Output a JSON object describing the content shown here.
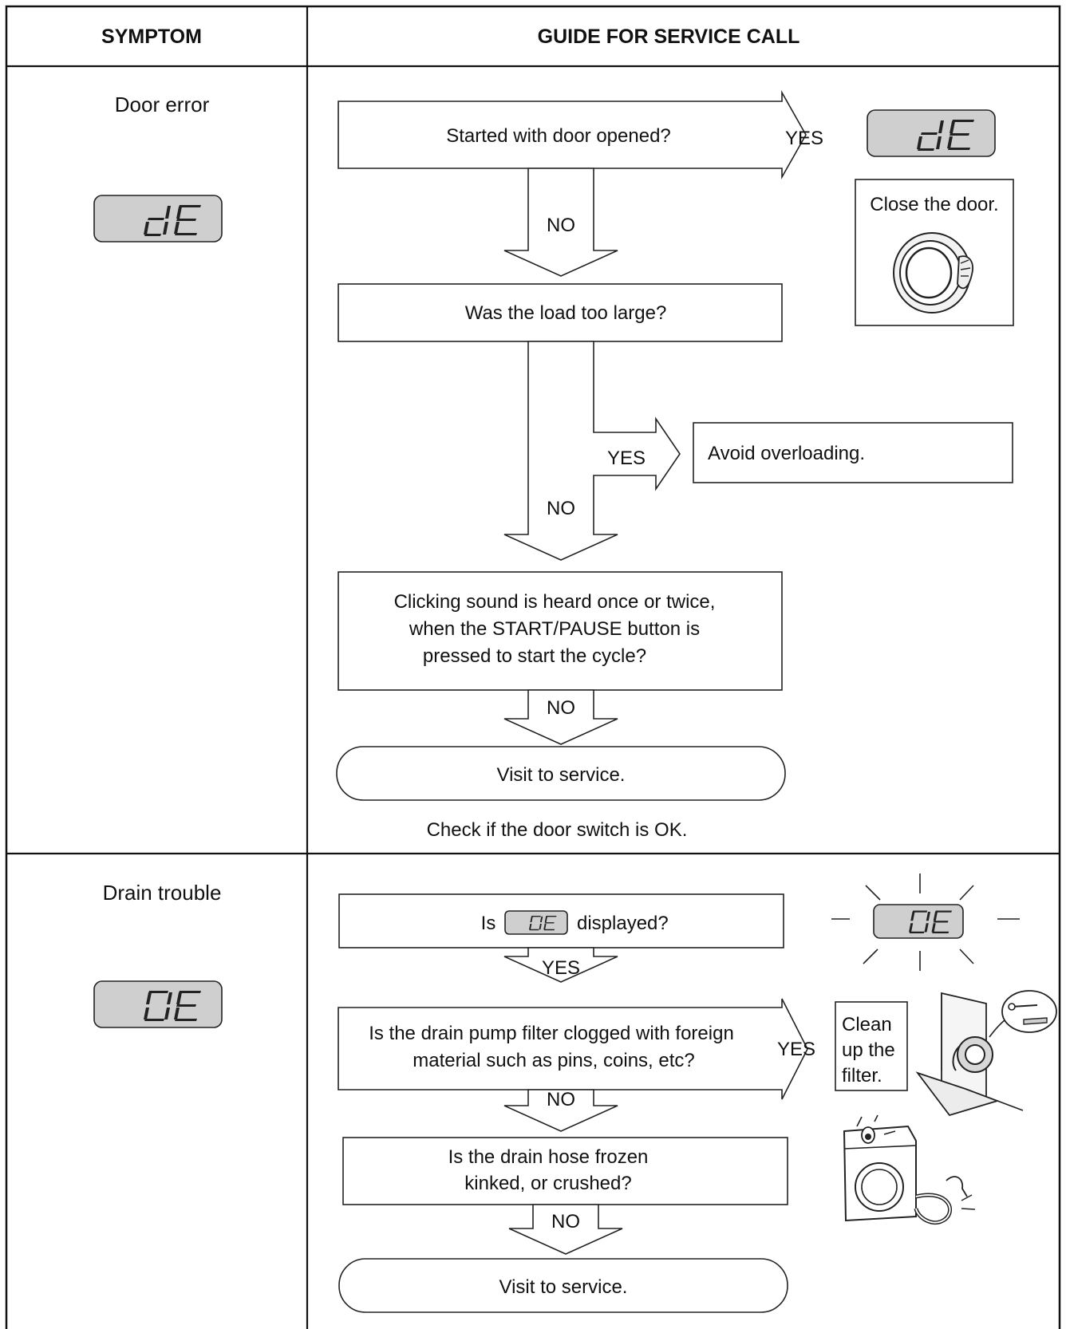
{
  "table": {
    "header": {
      "symptom": "SYMPTOM",
      "guide": "GUIDE FOR SERVICE CALL"
    },
    "rows": [
      {
        "symptom": "Door error",
        "display_code": "dE",
        "flow": {
          "q1": "Started with door opened?",
          "q1_yes": "YES",
          "q1_yes_display": "dE",
          "q1_yes_action": "Close the door.",
          "q1_no": "NO",
          "q2": "Was the load too large?",
          "q2_yes": "YES",
          "q2_yes_action": "Avoid overloading.",
          "q2_no": "NO",
          "q3_lines": [
            "Clicking sound is heard once or twice,",
            "when the START/PAUSE button is",
            "pressed to start the cycle?"
          ],
          "q3_no": "NO",
          "end": "Visit  to service.",
          "note": "Check if the door switch is OK."
        }
      },
      {
        "symptom": "Drain trouble",
        "display_code": "OE",
        "flow": {
          "q1_prefix": "Is",
          "q1_code": "OE",
          "q1_suffix": "displayed?",
          "q1_yes": "YES",
          "q1_display": "OE",
          "q2_lines": [
            "Is the drain pump filter clogged with foreign",
            "material such as pins, coins, etc?"
          ],
          "q2_yes": "YES",
          "q2_action_lines": [
            "Clean",
            "up the",
            "filter."
          ],
          "q2_no": "NO",
          "q3_lines": [
            "Is the drain hose frozen",
            "kinked, or crushed?"
          ],
          "q3_no": "NO",
          "end": "Visit  to service."
        }
      }
    ]
  }
}
